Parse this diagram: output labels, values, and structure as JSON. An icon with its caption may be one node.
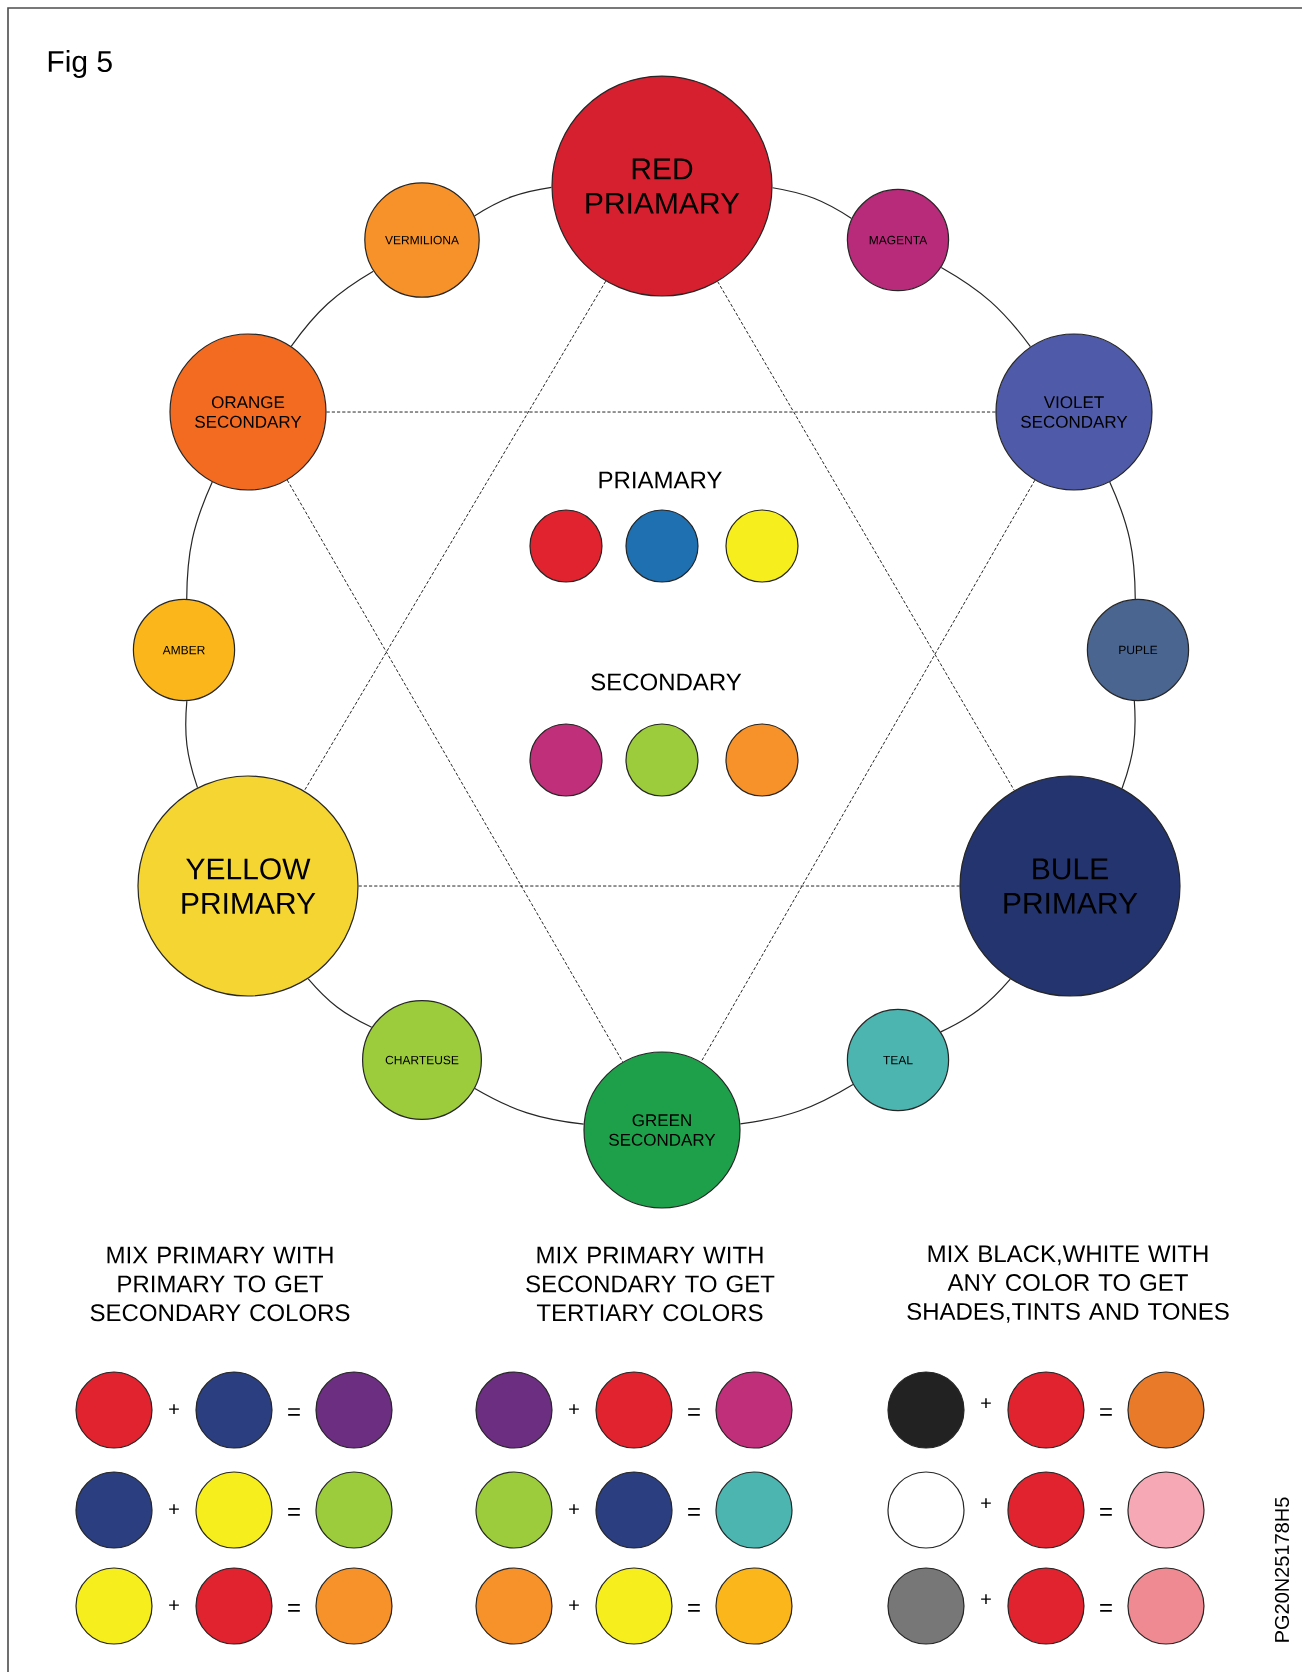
{
  "diagram": {
    "nodes": [
      {
        "text": [
          "RED PRIAMARY"
        ]
      },
      {
        "text": [
          "VERMILIONA"
        ]
      },
      {
        "text": [
          "MAGENTA"
        ]
      },
      {
        "text": [
          "ORANGE SECONDARY"
        ]
      },
      {
        "text": [
          "VIOLET SECONDARY"
        ]
      },
      {
        "text": [],
        "shape": "circle"
      },
      {
        "text": [],
        "shape": "circle"
      },
      {
        "text": [],
        "shape": "circle"
      },
      {
        "text": [
          "AMBER"
        ]
      },
      {
        "text": [
          "PUPLE"
        ]
      },
      {
        "text": [],
        "shape": "circle"
      },
      {
        "text": [],
        "shape": "circle"
      },
      {
        "text": [],
        "shape": "circle"
      },
      {
        "text": [
          "YELLOW PRIMARY"
        ]
      },
      {
        "text": [
          "BULE PRIMARY"
        ]
      },
      {
        "text": [
          "CHARTEUSE"
        ]
      },
      {
        "text": [
          "TEAL"
        ]
      },
      {
        "text": [
          "GREEN SECONDARY"
        ]
      },
      {
        "text": [],
        "shape": "circle"
      },
      {
        "text": [],
        "shape": "circle"
      },
      {
        "text": [],
        "shape": "circle"
      },
      {
        "text": [],
        "shape": "circle"
      },
      {
        "text": [],
        "shape": "circle"
      },
      {
        "text": [],
        "shape": "circle"
      },
      {
        "text": [],
        "shape": "circle"
      },
      {
        "text": [],
        "shape": "circle"
      },
      {
        "text": [],
        "shape": "circle"
      },
      {
        "text": [],
        "shape": "circle"
      },
      {
        "text": [],
        "shape": "circle"
      },
      {
        "text": [],
        "shape": "circle"
      },
      {
        "text": [],
        "shape": "circle"
      },
      {
        "text": [],
        "shape": "circle"
      },
      {
        "text": [],
        "shape": "circle"
      },
      {
        "text": [],
        "shape": "circle"
      },
      {
        "text": [],
        "shape": "circle"
      },
      {
        "text": [],
        "shape": "circle"
      },
      {
        "text": [],
        "shape": "circle"
      },
      {
        "text": [],
        "shape": "circle"
      },
      {
        "text": [],
        "shape": "circle"
      },
      {
        "text": [],
        "shape": "circle"
      },
      {
        "text": [],
        "shape": "circle"
      },
      {
        "text": [],
        "shape": "circle"
      },
      {
        "text": [],
        "shape": "circle"
      },
      {
        "text": [],
        "shape": "circle"
      },
      {
        "text": [],
        "shape": "circle"
      }
    ],
    "edges": [
      {
        "from": 0,
        "to": 2,
        "arrow": "none"
      },
      {
        "from": 2,
        "to": 4,
        "arrow": "none"
      },
      {
        "from": 4,
        "to": 9,
        "arrow": "none"
      },
      {
        "from": 9,
        "to": 14,
        "arrow": "none"
      },
      {
        "from": 14,
        "to": 16,
        "arrow": "none"
      },
      {
        "from": 16,
        "to": 17,
        "arrow": "none"
      },
      {
        "from": 17,
        "to": 15,
        "arrow": "none"
      },
      {
        "from": 15,
        "to": 13,
        "arrow": "none"
      },
      {
        "from": 13,
        "to": 8,
        "arrow": "none"
      },
      {
        "from": 8,
        "to": 3,
        "arrow": "none"
      },
      {
        "from": 3,
        "to": 1,
        "arrow": "none"
      },
      {
        "from": 1,
        "to": 0,
        "arrow": "none"
      },
      {
        "from": 0,
        "to": 13,
        "arrow": "none",
        "style": "dashed"
      },
      {
        "from": 0,
        "to": 14,
        "arrow": "none",
        "style": "dashed"
      },
      {
        "from": 13,
        "to": 14,
        "arrow": "none",
        "style": "dashed"
      },
      {
        "from": 3,
        "to": 4,
        "arrow": "none",
        "style": "dashed"
      },
      {
        "from": 3,
        "to": 17,
        "arrow": "none",
        "style": "dashed"
      },
      {
        "from": 4,
        "to": 17,
        "arrow": "none",
        "style": "dashed"
      }
    ],
    "labels": [
      "Fig 5",
      "PRIAMARY",
      "SECONDARY",
      "MIX PRIMARY WITH PRIMARY TO GET SECONDARY COLORS",
      "MIX PRIMARY WITH SECONDARY TO GET TERTIARY COLORS",
      "MIX BLACK,WHITE WITH ANY COLOR TO GET SHADES,TINTS AND TONES",
      "+",
      "=",
      "+",
      "=",
      "+",
      "=",
      "+",
      "=",
      "+",
      "=",
      "+",
      "=",
      "+",
      "=",
      "+",
      "=",
      "+",
      "=",
      "PG20N25178H5"
    ]
  }
}
